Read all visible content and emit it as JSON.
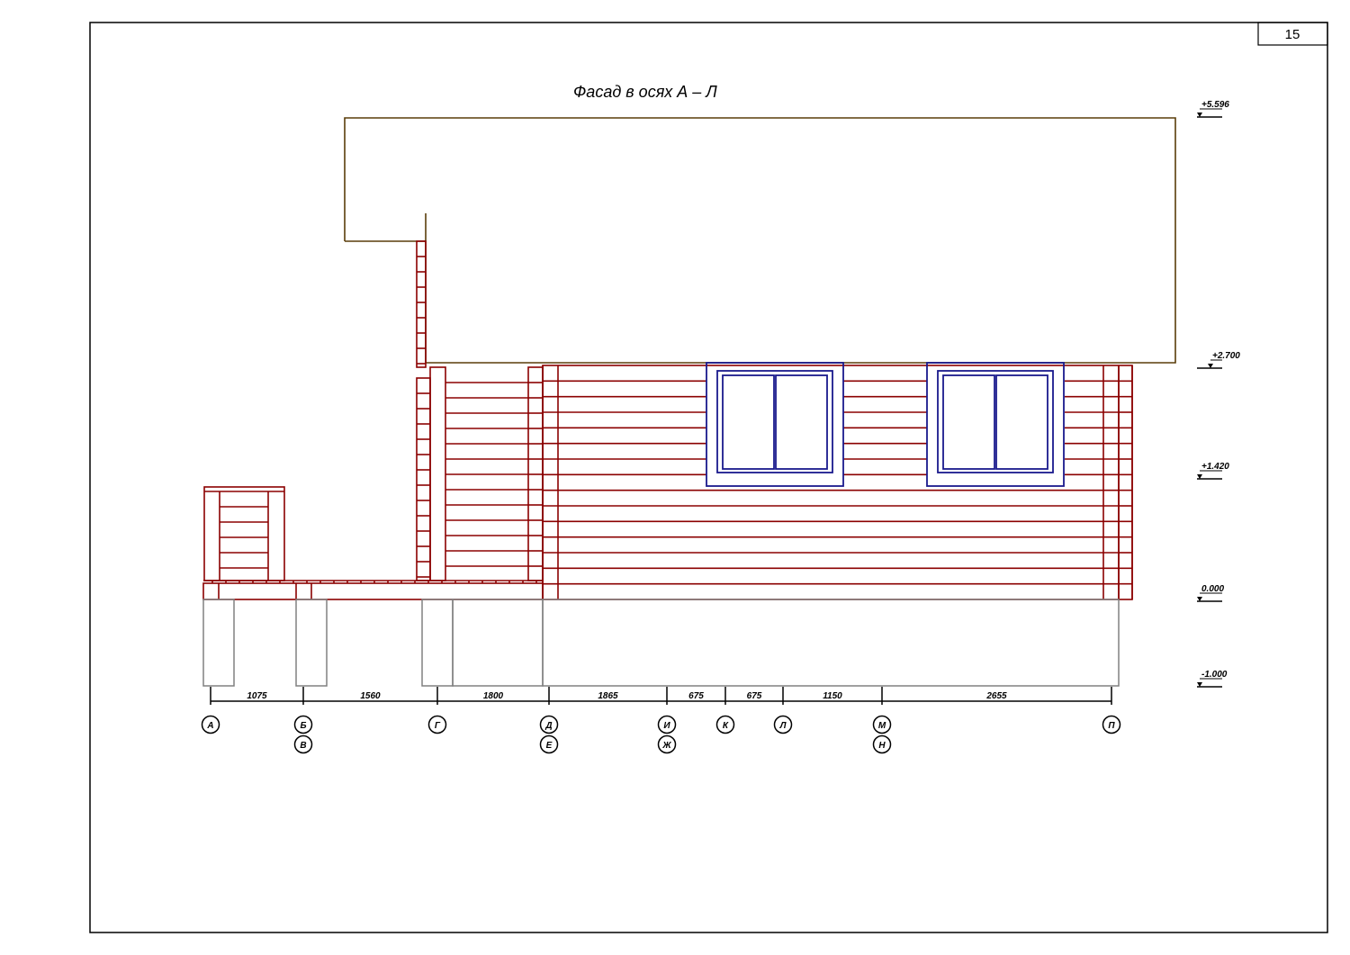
{
  "sheet": {
    "page_number": "15",
    "title": "Фасад в осях А – Л"
  },
  "colors": {
    "frame": "#000000",
    "wall": "#8b0000",
    "roof": "#5a3d0a",
    "window": "#1a1a8c",
    "foundation": "#808080"
  },
  "levels": [
    {
      "label": "+5.596"
    },
    {
      "label": "+2.700"
    },
    {
      "label": "+1.420"
    },
    {
      "label": "0.000"
    },
    {
      "label": "-1.000"
    }
  ],
  "dimensions": [
    "1075",
    "1560",
    "1800",
    "1865",
    "675",
    "675",
    "1150",
    "2655"
  ],
  "axes": [
    {
      "labels": [
        "А"
      ]
    },
    {
      "labels": [
        "Б",
        "В"
      ]
    },
    {
      "labels": [
        "Г"
      ]
    },
    {
      "labels": [
        "Д",
        "Е"
      ]
    },
    {
      "labels": [
        "И",
        "Ж"
      ]
    },
    {
      "labels": [
        "К"
      ]
    },
    {
      "labels": [
        "Л"
      ]
    },
    {
      "labels": [
        "М",
        "Н"
      ]
    },
    {
      "labels": [
        "П"
      ]
    }
  ]
}
